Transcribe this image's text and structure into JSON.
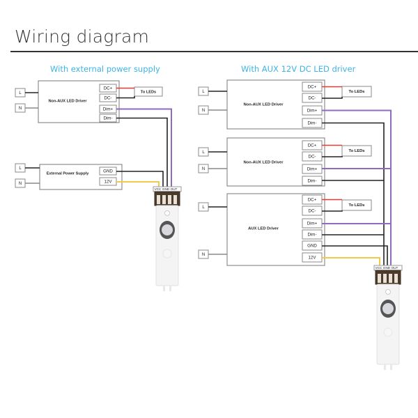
{
  "title": "Wiring diagram",
  "sections": {
    "left": {
      "heading": "With external power supply",
      "driver": {
        "name": "Non-AUX  LED Driver",
        "inputs": [
          "L",
          "N"
        ],
        "terminals": [
          "DC+",
          "DC-",
          "Dim+",
          "Dim-"
        ],
        "output_label": "To LEDs"
      },
      "supply": {
        "name": "External Power Supply",
        "inputs": [
          "L",
          "N"
        ],
        "terminals": [
          "GND",
          "12V"
        ]
      },
      "sensor": {
        "pins": [
          "VCC",
          "GND",
          "OUT"
        ]
      }
    },
    "right": {
      "heading": "With AUX 12V DC  LED driver",
      "drivers": [
        {
          "name": "Non-AUX  LED Driver",
          "inputs": [
            "L",
            "N"
          ],
          "terminals": [
            "DC+",
            "DC-",
            "Dim+",
            "Dim-"
          ],
          "output_label": "To LEDs"
        },
        {
          "name": "Non-AUX  LED Driver",
          "inputs": [
            "L",
            "N"
          ],
          "terminals": [
            "DC+",
            "DC-",
            "Dim+",
            "Dim-"
          ],
          "output_label": "To LEDs"
        },
        {
          "name": "AUX  LED Driver",
          "inputs": [
            "L",
            "N"
          ],
          "terminals": [
            "DC+",
            "DC-",
            "Dim+",
            "Dim-",
            "GND",
            "12V"
          ],
          "output_label": "To LEDs"
        }
      ],
      "sensor": {
        "pins": [
          "VCC",
          "GND",
          "OUT"
        ]
      }
    }
  },
  "colors": {
    "heading": "#3cb4e6",
    "dc_plus_wire": "#e53935",
    "dim_plus_wire": "#8e6bbf",
    "v12_wire": "#f2c94c",
    "black_wire": "#222222",
    "neutral_wire": "#888888"
  }
}
